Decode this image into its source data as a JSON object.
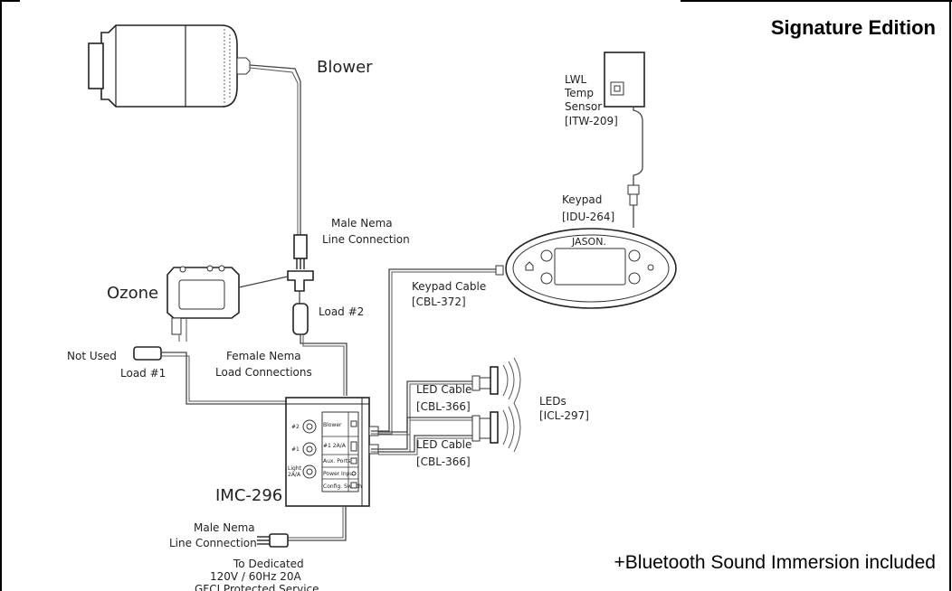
{
  "title": "Signature Edition",
  "footer_note": "+Bluetooth Sound Immersion included",
  "labels": {
    "blower": "Blower",
    "male_nema_top_1": "Male Nema",
    "male_nema_top_2": "Line Connection",
    "ozone": "Ozone",
    "load2": "Load #2",
    "not_used": "Not Used",
    "load1": "Load #1",
    "female_nema_1": "Female Nema",
    "female_nema_2": "Load Connections",
    "lwl_1": "LWL",
    "lwl_2": "Temp",
    "lwl_3": "Sensor",
    "lwl_4": "[ITW-209]",
    "keypad_1": "Keypad",
    "keypad_2": "[IDU-264]",
    "keypad_brand": "JASON.",
    "keypad_cable_1": "Keypad Cable",
    "keypad_cable_2": "[CBL-372]",
    "led_cable_a1": "LED Cable",
    "led_cable_a2": "[CBL-366]",
    "led_cable_b1": "LED Cable",
    "led_cable_b2": "[CBL-366]",
    "leds_1": "LEDs",
    "leds_2": "[ICL-297]",
    "controller": "IMC-296",
    "male_nema_bottom_1": "Male Nema",
    "male_nema_bottom_2": "Line Connection",
    "power_1": "To Dedicated",
    "power_2": "120V / 60Hz 20A",
    "power_3": "GFCI Protected Service"
  },
  "controller_panel": {
    "port2": "#2",
    "port1": "#1",
    "port_light_1": "Light",
    "port_light_2": "2A/A",
    "rows": [
      "Blower",
      "#1 2A/A",
      "Aux. Ports",
      "Power Input",
      "Config. Switch"
    ]
  }
}
